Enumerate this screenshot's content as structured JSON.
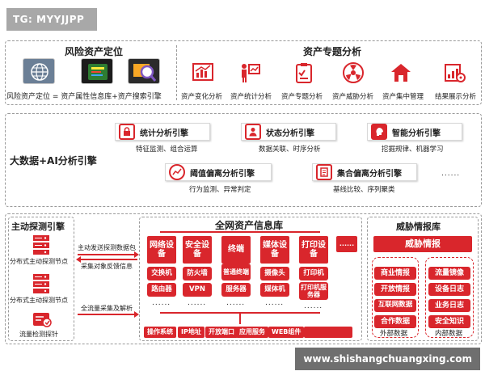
{
  "tag": "TG: MYYJJPP",
  "watermark": "www.shishangchuangxing.com",
  "colors": {
    "accent": "#d9262c",
    "border": "#9a9a9a",
    "tag_bg": "#a8a8a8",
    "watermark_bg": "#6f6f6f"
  },
  "top": {
    "left_title": "风险资产定位",
    "left_caption": "风险资产定位 = 资产属性信息库+资产搜索引擎",
    "right_title": "资产专题分析",
    "analyses": [
      {
        "label": "资产变化分析",
        "icon": "chart-change-icon"
      },
      {
        "label": "资产统计分析",
        "icon": "presenter-icon"
      },
      {
        "label": "资产专题分析",
        "icon": "clipboard-icon"
      },
      {
        "label": "资产威胁分析",
        "icon": "hazard-icon"
      },
      {
        "label": "资产集中管理",
        "icon": "house-icon"
      },
      {
        "label": "结果展示分析",
        "icon": "report-icon"
      }
    ]
  },
  "middle": {
    "title": "大数据+AI分析引擎",
    "engines": [
      {
        "name": "统计分析引擎",
        "desc": "特征监测、组合运算",
        "icon": "lock-icon"
      },
      {
        "name": "状态分析引擎",
        "desc": "数据关联、时序分析",
        "icon": "person-icon"
      },
      {
        "name": "智能分析引擎",
        "desc": "挖掘规律、机器学习",
        "icon": "brain-icon"
      },
      {
        "name": "阈值偏离分析引擎",
        "desc": "行为监测、异常判定",
        "icon": "trend-icon"
      },
      {
        "name": "集合偏离分析引擎",
        "desc": "基线比较、序列聚类",
        "icon": "document-icon"
      }
    ],
    "ellipsis": "......"
  },
  "bottom": {
    "active": {
      "title": "主动探测引擎",
      "node1": "分布式主动探测节点",
      "node2": "分布式主动探测节点",
      "probe": "流量检测探针"
    },
    "flows": {
      "send": "主动发送探测数据包",
      "collect": "采集对象反馈信息",
      "full": "全流量采集及解析"
    },
    "library": {
      "title": "全网资产信息库",
      "categories": [
        {
          "label": "网络设备",
          "devices": [
            "交换机",
            "路由器"
          ]
        },
        {
          "label": "安全设备",
          "devices": [
            "防火墙",
            "VPN"
          ]
        },
        {
          "label": "终端",
          "devices": [
            "普通终端",
            "服务器"
          ]
        },
        {
          "label": "媒体设备",
          "devices": [
            "摄像头",
            "媒体机"
          ]
        },
        {
          "label": "打印设备",
          "devices": [
            "打印机",
            "打印机服务器"
          ]
        }
      ],
      "more": "......",
      "ellipsis": "......",
      "tags": [
        "操作系统",
        "IP地址",
        "开放端口",
        "应用服务",
        "WEB组件"
      ]
    },
    "threat": {
      "title": "威胁情报库",
      "header": "威胁情报",
      "external": {
        "items": [
          "商业情报",
          "开放情报",
          "互联网数据",
          "合作数据"
        ],
        "label": "外部数据"
      },
      "internal": {
        "items": [
          "流量镜像",
          "设备日志",
          "业务日志",
          "安全知识"
        ],
        "label": "内部数据"
      }
    }
  }
}
